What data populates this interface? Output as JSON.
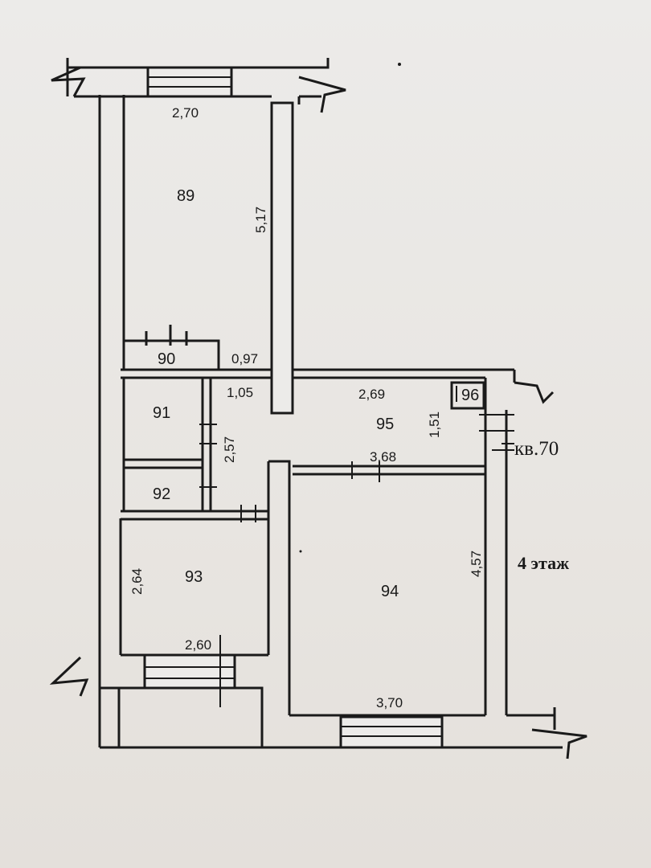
{
  "plan": {
    "apartment_label": "кв.70",
    "floor_label": "4 этаж",
    "rooms": {
      "r89": "89",
      "r90": "90",
      "r91": "91",
      "r92": "92",
      "r93": "93",
      "r94": "94",
      "r95": "95",
      "r96": "96"
    },
    "dimensions": {
      "d_2_70": "2,70",
      "d_5_17": "5,17",
      "d_0_97": "0,97",
      "d_1_05": "1,05",
      "d_2_69": "2,69",
      "d_1_51": "1,51",
      "d_2_57": "2,57",
      "d_3_68": "3,68",
      "d_4_57": "4,57",
      "d_2_64": "2,64",
      "d_2_60": "2,60",
      "d_3_70": "3,70"
    }
  }
}
